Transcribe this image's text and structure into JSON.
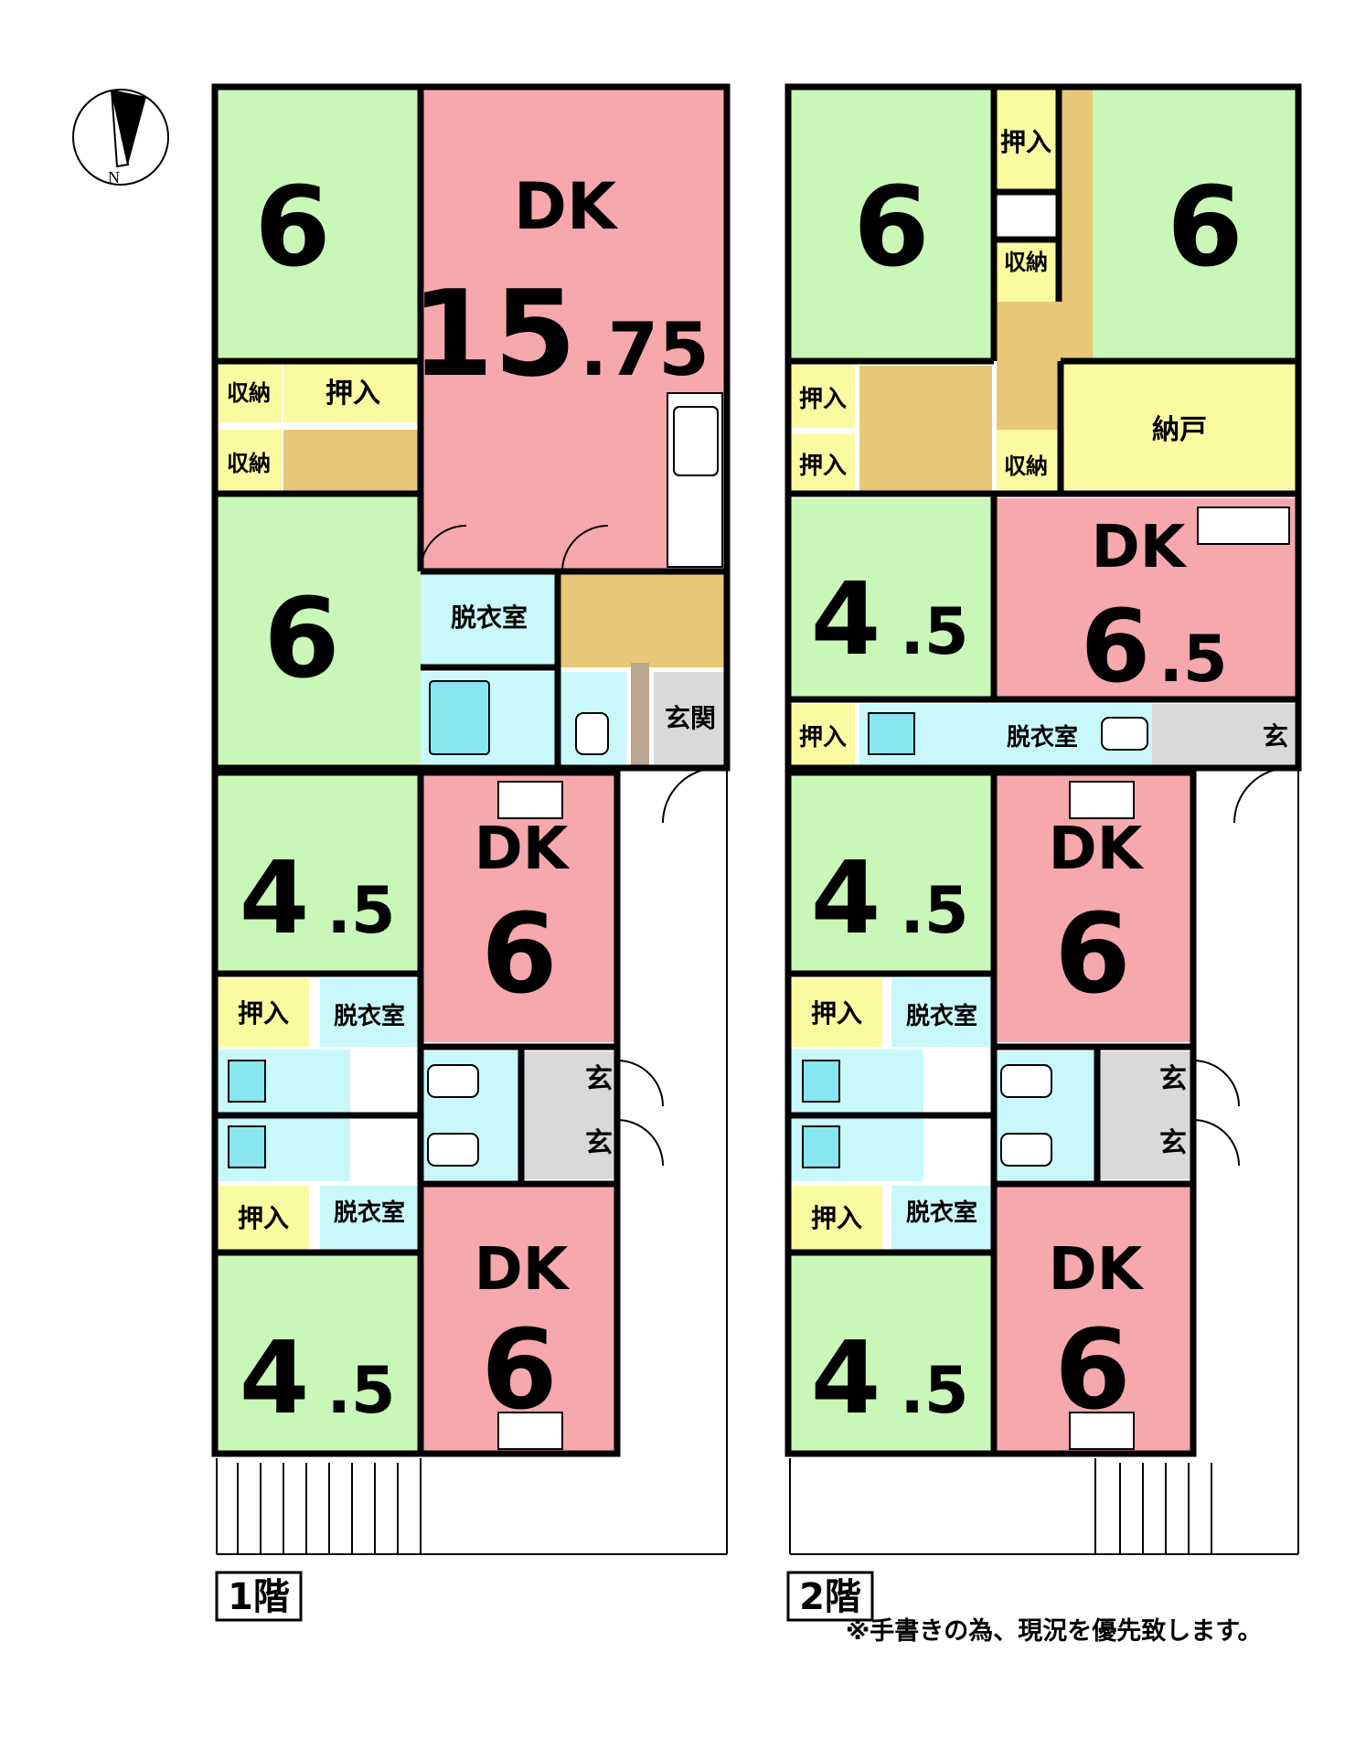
{
  "compass": {
    "north_label": "N"
  },
  "colors": {
    "room_green": "#c8f7b8",
    "room_pink": "#f7a8ad",
    "room_yellow": "#fafaa0",
    "room_cyan": "#c8f8fa",
    "room_tan": "#e8c878",
    "room_gray": "#d9d9d9",
    "wall": "#000000"
  },
  "floor1": {
    "label": "1階",
    "rooms": {
      "west_top_num": "6",
      "dk_top_lbl": "DK",
      "dk_top_num_int": "15",
      "dk_top_num_dec": ".75",
      "shuno_a": "収納",
      "oshiire_a": "押入",
      "shuno_b": "収納",
      "west_mid_num": "6",
      "datsui_top": "脱衣室",
      "genkan": "玄関",
      "unit1_num_int": "4",
      "unit1_num_dec": ".5",
      "unit1_dk_lbl": "DK",
      "unit1_dk_num": "6",
      "unit1_oshiire": "押入",
      "unit1_datsui": "脱衣室",
      "unit1_gen": "玄",
      "unit2_gen": "玄",
      "unit2_oshiire": "押入",
      "unit2_datsui": "脱衣室",
      "unit2_num_int": "4",
      "unit2_num_dec": ".5",
      "unit2_dk_lbl": "DK",
      "unit2_dk_num": "6"
    }
  },
  "floor2": {
    "label": "2階",
    "rooms": {
      "west_top_num": "6",
      "oshiire_top": "押入",
      "shuno_top": "収納",
      "east_top_num": "6",
      "oshiire_a": "押入",
      "oshiire_b": "押入",
      "shuno_b": "収納",
      "nando": "納戸",
      "west_mid_num_int": "4",
      "west_mid_num_dec": ".5",
      "dk_mid_lbl": "DK",
      "dk_mid_num_int": "6",
      "dk_mid_num_dec": ".5",
      "oshiire_c": "押入",
      "datsui_mid": "脱衣室",
      "gen_mid": "玄",
      "unit1_num_int": "4",
      "unit1_num_dec": ".5",
      "unit1_dk_lbl": "DK",
      "unit1_dk_num": "6",
      "unit1_oshiire": "押入",
      "unit1_datsui": "脱衣室",
      "unit1_gen": "玄",
      "unit2_gen": "玄",
      "unit2_oshiire": "押入",
      "unit2_datsui": "脱衣室",
      "unit2_num_int": "4",
      "unit2_num_dec": ".5",
      "unit2_dk_lbl": "DK",
      "unit2_dk_num": "6"
    }
  },
  "note": "※手書きの為、現況を優先致します。"
}
